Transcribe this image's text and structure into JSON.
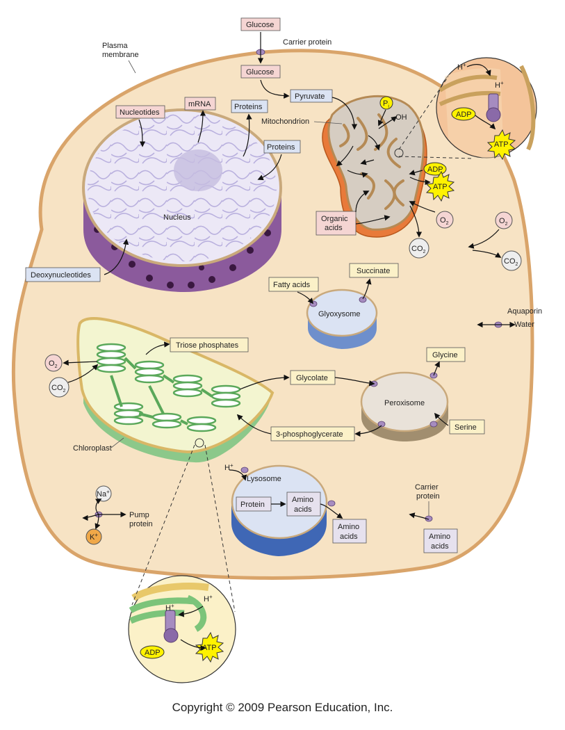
{
  "colors": {
    "cytoplasm": "#f7e3c4",
    "membrane": "#d9a46a",
    "box_pink": "#f5d5d3",
    "box_blue": "#dbe3f3",
    "box_yellow": "#fbf1c8",
    "box_lavender": "#e6e1ee",
    "nucleus_purple": "#8b5a9c",
    "mito_orange": "#e87a3a",
    "chloro_green": "#8cc88a",
    "atp_yellow": "#fff200"
  },
  "labels": {
    "plasma_membrane_1": "Plasma",
    "plasma_membrane_2": "membrane",
    "glucose_outside": "Glucose",
    "carrier_protein_top": "Carrier protein",
    "glucose_inside": "Glucose",
    "pyruvate": "Pyruvate",
    "mitochondrion": "Mitochondrion",
    "pi": "P",
    "pi_sub": "i",
    "oh": "–OH",
    "mrna": "mRNA",
    "nucleotides": "Nucleotides",
    "proteins_1": "Proteins",
    "proteins_2": "Proteins",
    "nucleus": "Nucleus",
    "deoxynucleotides": "Deoxynucleotides",
    "adp_mito": "ADP",
    "atp_mito": "ATP",
    "organic_acids_1": "Organic",
    "organic_acids_2": "acids",
    "o2_mito": "O",
    "co2_mito": "CO",
    "o2_right": "O",
    "co2_right": "CO",
    "sub2": "2",
    "succinate": "Succinate",
    "fatty_acids": "Fatty acids",
    "glyoxysome": "Glyoxysome",
    "aquaporin": "Aquaporin",
    "water": "Water",
    "triose_phosphates": "Triose phosphates",
    "o2_chloro": "O",
    "co2_chloro": "CO",
    "glycolate": "Glycolate",
    "glycine": "Glycine",
    "peroxisome": "Peroxisome",
    "serine": "Serine",
    "phosphoglycerate": "3-phosphoglycerate",
    "chloroplast": "Chloroplast",
    "h_lyso": "H",
    "lysosome": "Lysosome",
    "protein": "Protein",
    "amino_acids_in_1": "Amino",
    "amino_acids_in_2": "acids",
    "amino_acids_out_1": "Amino",
    "amino_acids_out_2": "acids",
    "carrier_protein_right_1": "Carrier",
    "carrier_protein_right_2": "protein",
    "amino_acids_right_1": "Amino",
    "amino_acids_right_2": "acids",
    "na": "Na",
    "k": "K",
    "plus": "+",
    "pump_protein_1": "Pump",
    "pump_protein_2": "protein",
    "inset_top_h1": "H",
    "inset_top_h2": "H",
    "inset_top_adp": "ADP",
    "inset_top_atp": "ATP",
    "inset_bottom_h1": "H",
    "inset_bottom_h2": "H",
    "inset_bottom_adp": "ADP",
    "inset_bottom_atp": "ATP"
  },
  "copyright": "Copyright © 2009 Pearson Education, Inc."
}
